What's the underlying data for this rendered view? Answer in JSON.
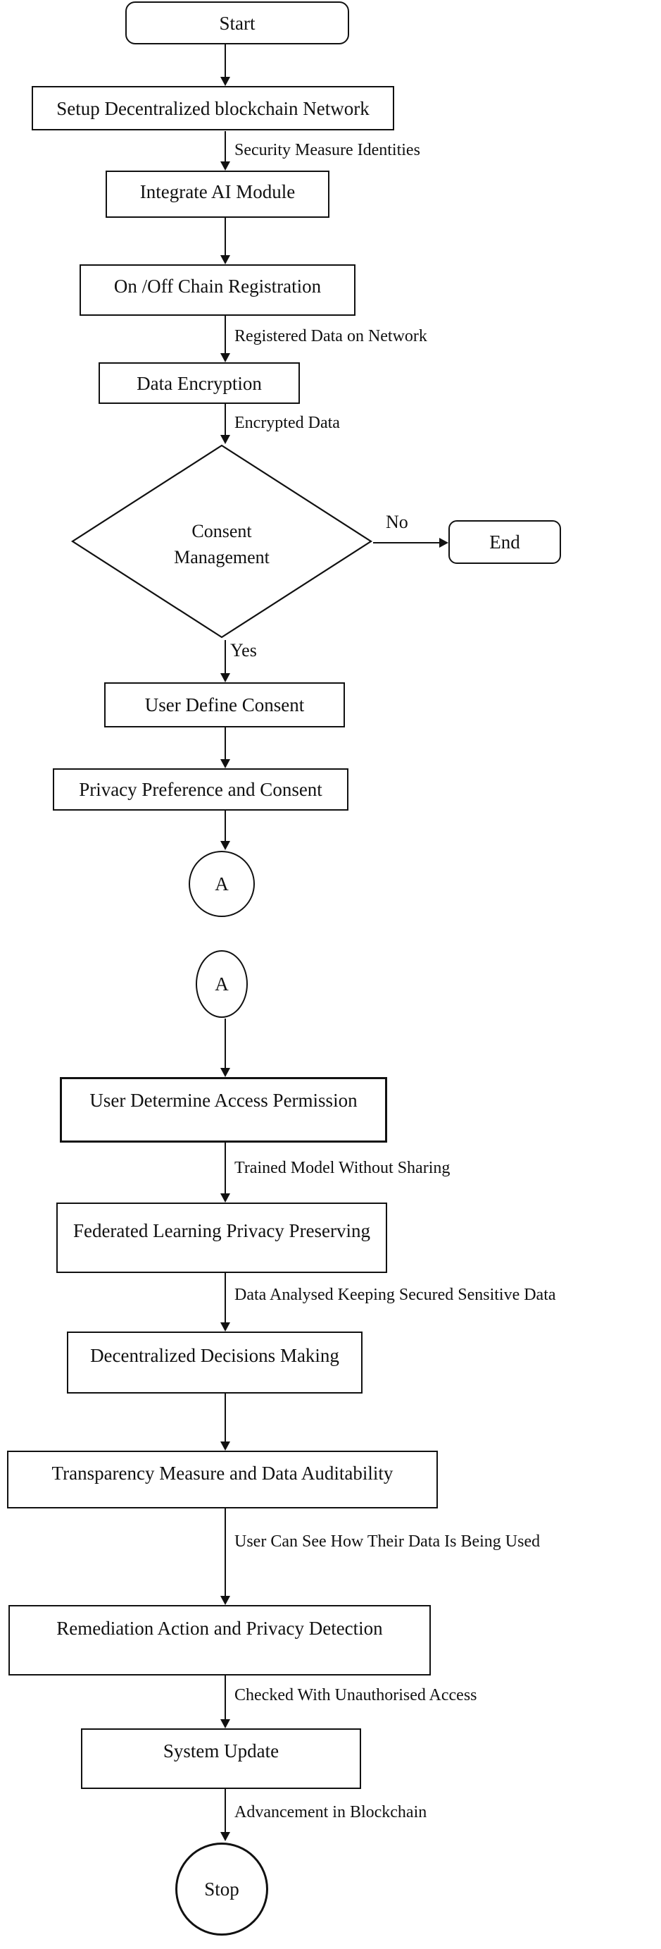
{
  "flowchart": {
    "title": "Blockchain AI privacy-preserving process flowchart",
    "colors": {
      "line": "#111111",
      "background": "#ffffff",
      "text": "#111111"
    },
    "nodes": {
      "start": {
        "label": "Start",
        "shape": "rounded-terminator"
      },
      "setup": {
        "label": "Setup Decentralized blockchain Network",
        "shape": "process"
      },
      "integrate": {
        "label": "Integrate AI Module",
        "shape": "process"
      },
      "onoff": {
        "label": "On /Off Chain Registration",
        "shape": "process"
      },
      "encrypt": {
        "label": "Data Encryption",
        "shape": "process"
      },
      "consent_decision": {
        "label": "Consent Management",
        "shape": "decision"
      },
      "end": {
        "label": "End",
        "shape": "rounded-terminator"
      },
      "user_define_consent": {
        "label": "User Define Consent",
        "shape": "process"
      },
      "privacy_preference": {
        "label": "Privacy Preference and Consent",
        "shape": "process"
      },
      "connector_a_bottom": {
        "label": "A",
        "shape": "connector"
      },
      "connector_a_top": {
        "label": "A",
        "shape": "connector"
      },
      "user_determine_access": {
        "label": "User Determine Access Permission",
        "shape": "process"
      },
      "federated_learning": {
        "label": "Federated Learning Privacy Preserving",
        "shape": "process"
      },
      "decentralized_decisions": {
        "label": "Decentralized Decisions Making",
        "shape": "process"
      },
      "transparency": {
        "label": "Transparency Measure and Data Auditability",
        "shape": "process"
      },
      "remediation": {
        "label": "Remediation Action and Privacy Detection",
        "shape": "process"
      },
      "system_update": {
        "label": "System Update",
        "shape": "process"
      },
      "stop": {
        "label": "Stop",
        "shape": "circle-terminator"
      }
    },
    "edge_labels": {
      "security": "Security Measure Identities",
      "registered": "Registered Data on Network",
      "encrypted": "Encrypted Data",
      "no": "No",
      "yes": "Yes",
      "trained": "Trained Model Without Sharing",
      "analysed": "Data Analysed Keeping Secured Sensitive Data",
      "user_can_see": "User Can See How Their Data Is Being Used",
      "checked": "Checked With Unauthorised Access",
      "advancement": "Advancement in Blockchain"
    }
  }
}
